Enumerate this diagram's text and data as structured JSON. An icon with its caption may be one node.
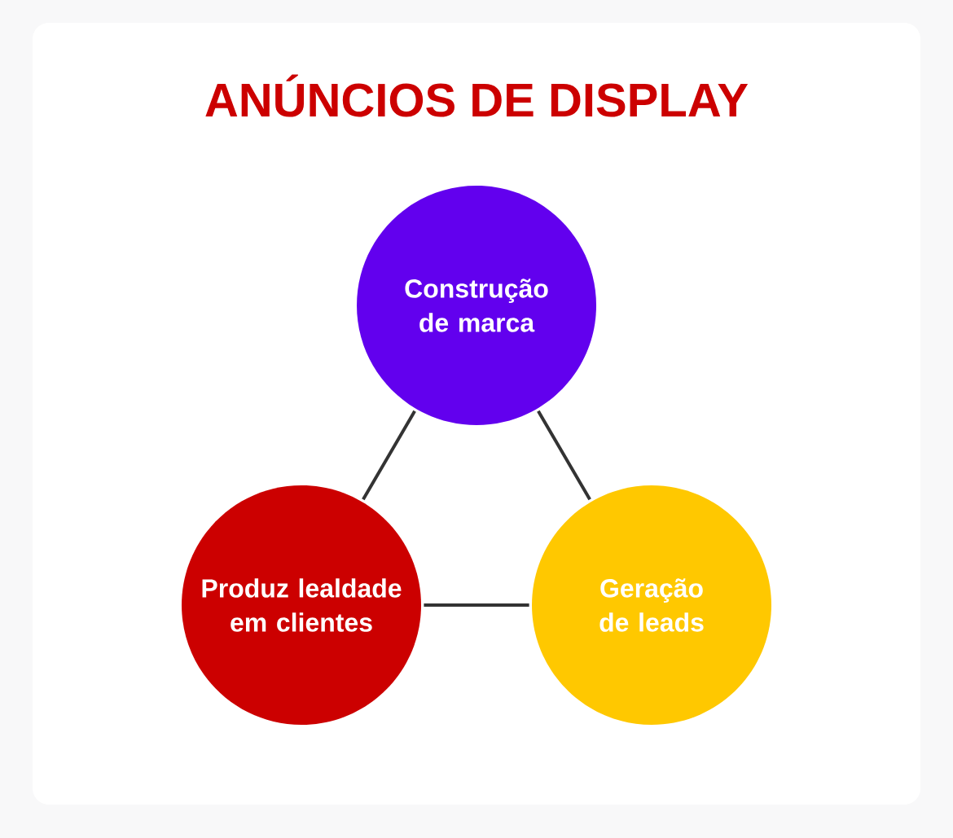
{
  "diagram": {
    "title": "ANÚNCIOS DE DISPLAY",
    "nodes": [
      {
        "text": [
          "Construção de marca"
        ]
      },
      {
        "text": [
          "Produz lealdade em clientes"
        ]
      },
      {
        "text": [
          "Geração de leads"
        ]
      }
    ],
    "edges": [
      {
        "from": 0,
        "to": 1,
        "arrow": "none"
      },
      {
        "from": 0,
        "to": 2,
        "arrow": "none"
      },
      {
        "from": 1,
        "to": 2,
        "arrow": "none"
      }
    ]
  }
}
